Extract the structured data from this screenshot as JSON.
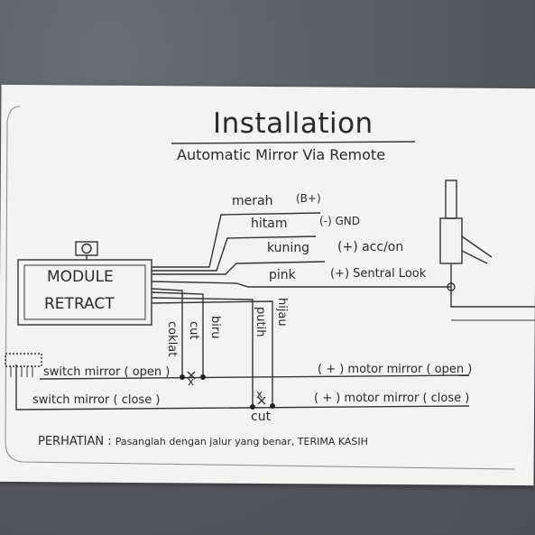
{
  "title": "Installation",
  "subtitle": "Automatic Mirror Via Remote",
  "module": {
    "line1": "MODULE",
    "line2": "RETRACT"
  },
  "wires": {
    "merah": "merah",
    "merah_note": "(B+)",
    "hitam": "hitam",
    "hitam_note": "(-) GND",
    "kuning": "kuning",
    "kuning_note": "(+) acc/on",
    "pink": "pink",
    "pink_note": "(+) Sentral Look",
    "coklat": "coklat",
    "biru": "biru",
    "putih": "putih",
    "hijau": "hijau",
    "cut1": "cut",
    "cut2": "cut",
    "x1": "x",
    "x2": "x"
  },
  "switches": {
    "open": "switch mirror ( open )",
    "close": "switch mirror ( close )"
  },
  "motors": {
    "open": "( + ) motor mirror ( open )",
    "close": "( + ) motor mirror ( close )"
  },
  "notice": {
    "label": "PERHATIAN :",
    "text": "Pasanglah dengan jalur yang benar, TERIMA KASIH"
  }
}
